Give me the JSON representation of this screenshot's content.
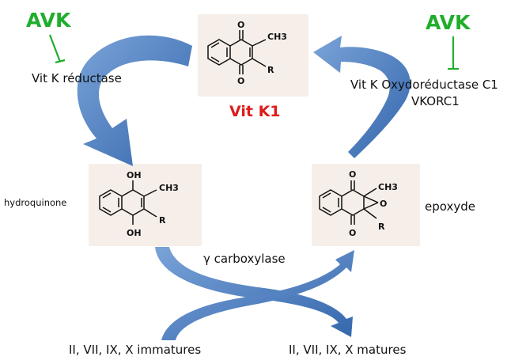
{
  "inhibitor_left": "AVK",
  "inhibitor_right": "AVK",
  "enzyme_reductase": "Vit K réductase",
  "enzyme_oxidoreductase_line1": "Vit K Oxydoréductase C1",
  "enzyme_oxidoreductase_line2": "VKORC1",
  "vitk1_label": "Vit K1",
  "hydroquinone_label": "hydroquinone",
  "epoxyde_label": "epoxyde",
  "carboxylase_label": "γ carboxylase",
  "factors_immature": "II, VII, IX, X immatures",
  "factors_mature": "II, VII, IX, X matures",
  "molecules": {
    "vitk1": {
      "top": "O",
      "bottom": "O",
      "methyl": "CH3",
      "r": "R"
    },
    "hydroquinone": {
      "top": "OH",
      "bottom": "OH",
      "methyl": "CH3",
      "r": "R"
    },
    "epoxide": {
      "top": "O",
      "bottom": "O",
      "methyl": "CH3",
      "r": "R",
      "bridge": "O"
    }
  },
  "colors": {
    "arrow": "#4a7fc1",
    "inhibitor": "#1fae2c",
    "vitk1": "#e01b1b",
    "structure_bg": "#f6efe9"
  }
}
